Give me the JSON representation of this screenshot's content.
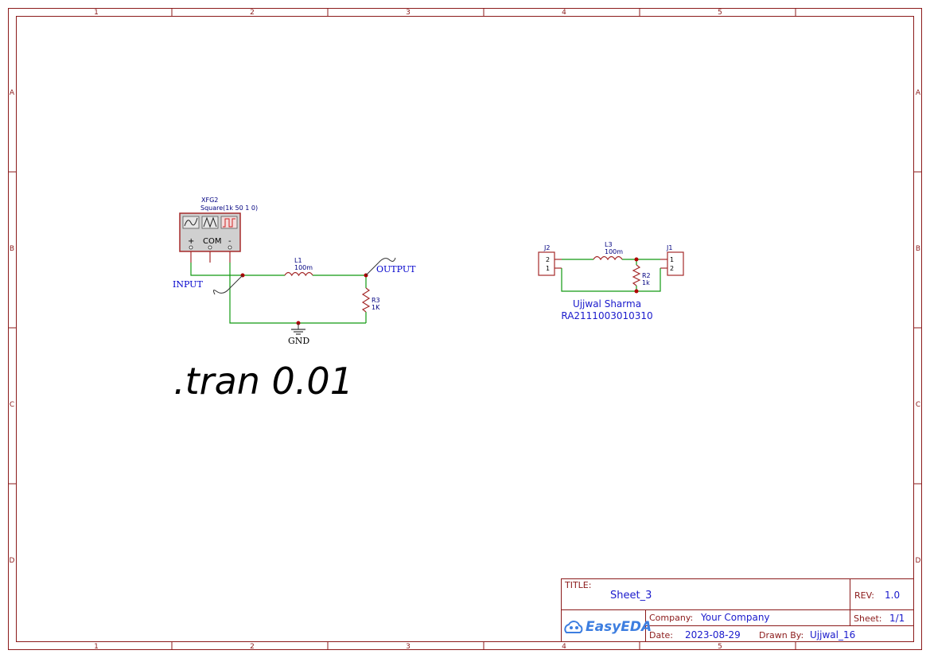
{
  "frame": {
    "column_labels": [
      "1",
      "2",
      "3",
      "4",
      "5"
    ],
    "row_labels": [
      "A",
      "B",
      "C",
      "D"
    ],
    "color": "#8b1a1a"
  },
  "left_circuit": {
    "generator": {
      "ref": "XFG2",
      "value": "Square(1k 50 1 0)",
      "plus": "+",
      "com": "COM",
      "minus": "-"
    },
    "inductor": {
      "ref": "L1",
      "value": "100m"
    },
    "resistor": {
      "ref": "R3",
      "value": "1K"
    },
    "input_probe": "INPUT",
    "output_probe": "OUTPUT",
    "ground": "GND",
    "wire_color": "#119911",
    "component_color": "#a52a2a"
  },
  "directive": ".tran 0.01",
  "right_circuit": {
    "connector_left": {
      "ref": "J2",
      "pins": [
        "2",
        "1"
      ]
    },
    "connector_right": {
      "ref": "J1",
      "pins": [
        "1",
        "2"
      ]
    },
    "inductor": {
      "ref": "L3",
      "value": "100m"
    },
    "resistor": {
      "ref": "R2",
      "value": "1k"
    },
    "author_name": "Ujjwal Sharma",
    "author_id": "RA2111003010310"
  },
  "title_block": {
    "title_label": "TITLE:",
    "title": "Sheet_3",
    "rev_label": "REV:",
    "rev": "1.0",
    "company_label": "Company:",
    "company": "Your Company",
    "sheet_label": "Sheet:",
    "sheet": "1/1",
    "date_label": "Date:",
    "date": "2023-08-29",
    "drawn_by_label": "Drawn By:",
    "drawn_by": "Ujjwal_16",
    "logo": "EasyEDA",
    "logo_icon": "cloud-icon",
    "logo_color": "#3d7ee0"
  }
}
